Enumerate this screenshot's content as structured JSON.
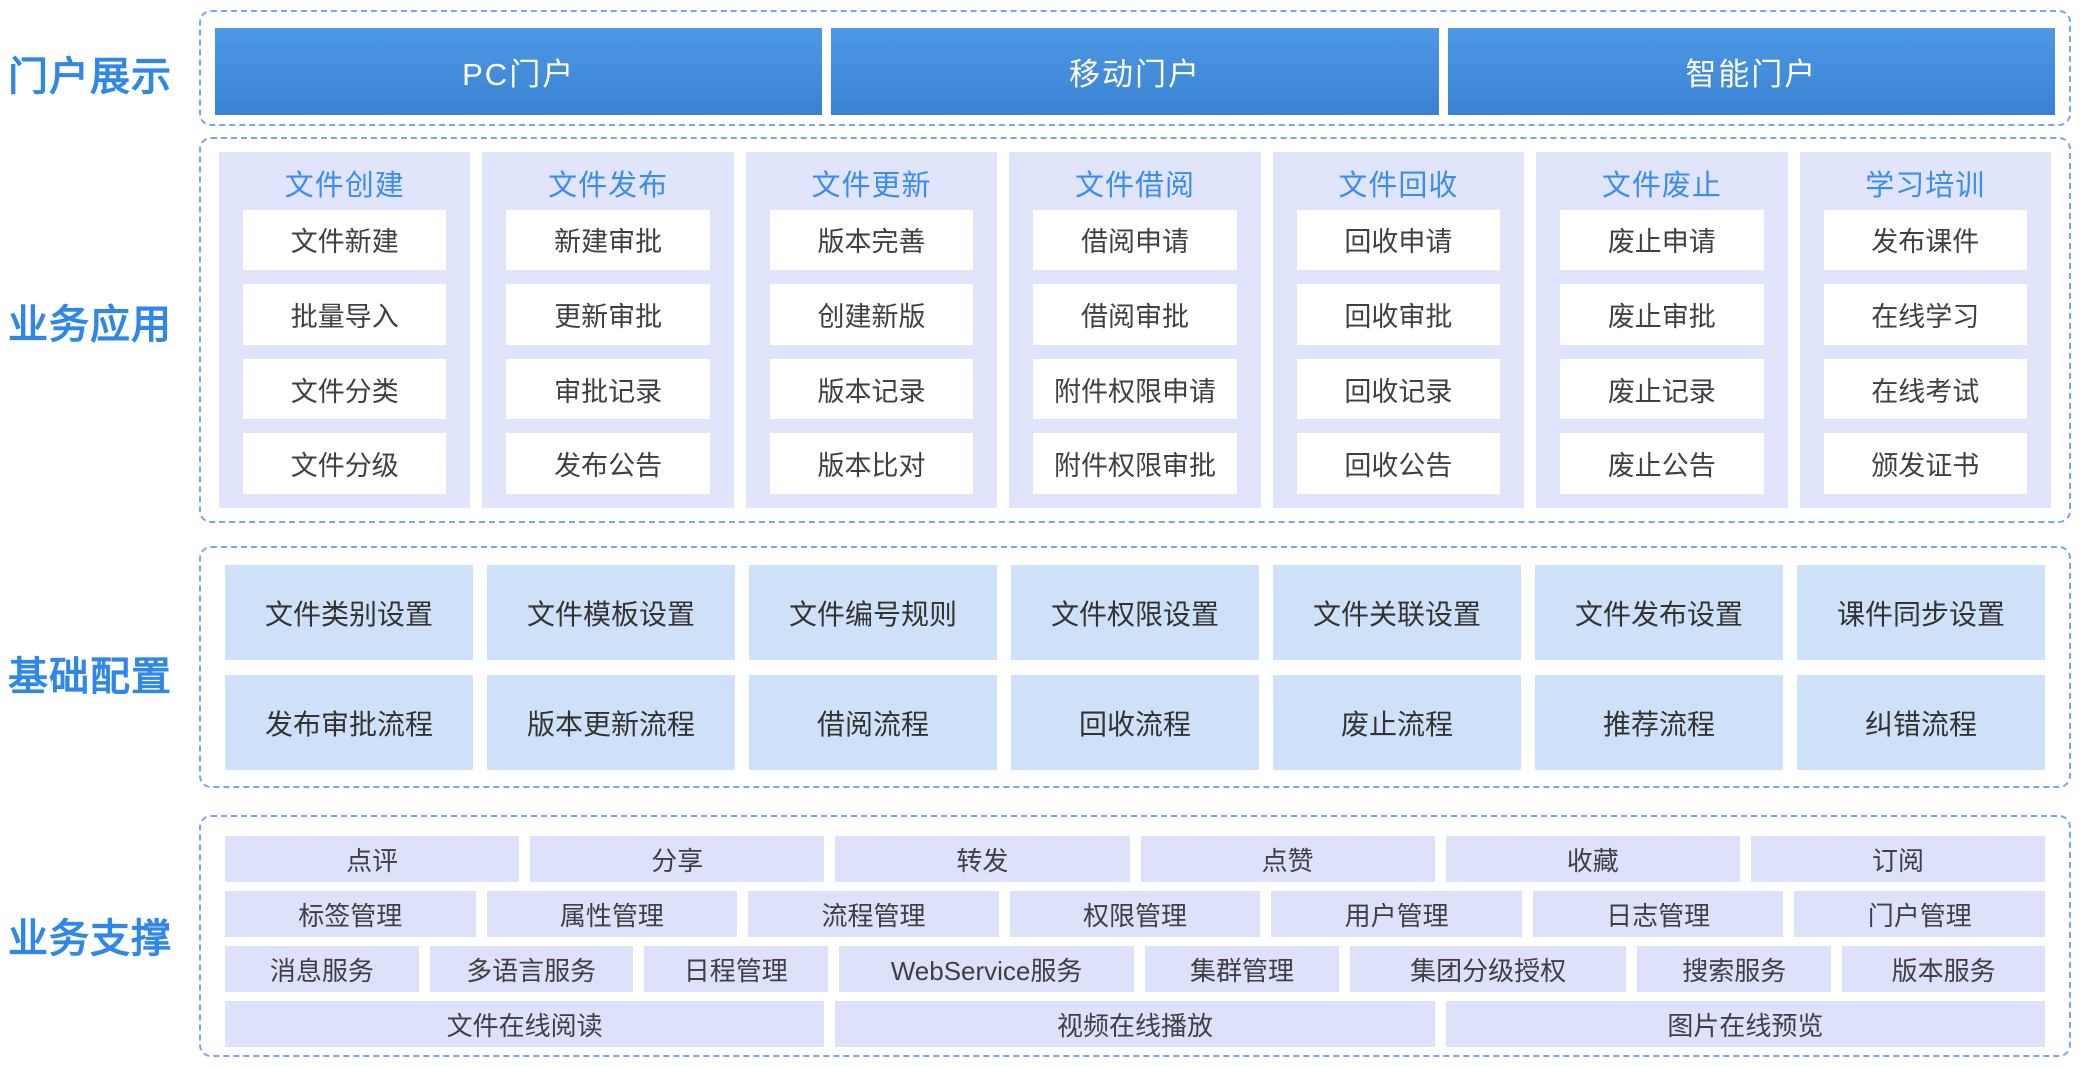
{
  "colors": {
    "accent_blue": "#2e87e9",
    "column_header_blue": "#3a8cf0",
    "bar_gradient_top": "#4e99e6",
    "bar_gradient_bottom": "#3a81d2",
    "app_column_bg": "#e1e5fb",
    "config_box_bg": "#cfe1f8",
    "support_box_bg": "#dee1fa",
    "dashed_border": "#7aa6e9",
    "item_text": "#3f3f46"
  },
  "sections": {
    "portal": {
      "label": "门户展示",
      "bars": [
        "PC门户",
        "移动门户",
        "智能门户"
      ]
    },
    "apps": {
      "label": "业务应用",
      "columns": [
        {
          "header": "文件创建",
          "items": [
            "文件新建",
            "批量导入",
            "文件分类",
            "文件分级"
          ]
        },
        {
          "header": "文件发布",
          "items": [
            "新建审批",
            "更新审批",
            "审批记录",
            "发布公告"
          ]
        },
        {
          "header": "文件更新",
          "items": [
            "版本完善",
            "创建新版",
            "版本记录",
            "版本比对"
          ]
        },
        {
          "header": "文件借阅",
          "items": [
            "借阅申请",
            "借阅审批",
            "附件权限申请",
            "附件权限审批"
          ]
        },
        {
          "header": "文件回收",
          "items": [
            "回收申请",
            "回收审批",
            "回收记录",
            "回收公告"
          ]
        },
        {
          "header": "文件废止",
          "items": [
            "废止申请",
            "废止审批",
            "废止记录",
            "废止公告"
          ]
        },
        {
          "header": "学习培训",
          "items": [
            "发布课件",
            "在线学习",
            "在线考试",
            "颁发证书"
          ]
        }
      ]
    },
    "config": {
      "label": "基础配置",
      "rows": [
        [
          "文件类别设置",
          "文件模板设置",
          "文件编号规则",
          "文件权限设置",
          "文件关联设置",
          "文件发布设置",
          "课件同步设置"
        ],
        [
          "发布审批流程",
          "版本更新流程",
          "借阅流程",
          "回收流程",
          "废止流程",
          "推荐流程",
          "纠错流程"
        ]
      ]
    },
    "support": {
      "label": "业务支撑",
      "rows": [
        {
          "items": [
            {
              "label": "点评",
              "flex": 1
            },
            {
              "label": "分享",
              "flex": 1
            },
            {
              "label": "转发",
              "flex": 1
            },
            {
              "label": "点赞",
              "flex": 1
            },
            {
              "label": "收藏",
              "flex": 1
            },
            {
              "label": "订阅",
              "flex": 1
            }
          ]
        },
        {
          "items": [
            {
              "label": "标签管理",
              "flex": 1
            },
            {
              "label": "属性管理",
              "flex": 1
            },
            {
              "label": "流程管理",
              "flex": 1
            },
            {
              "label": "权限管理",
              "flex": 1
            },
            {
              "label": "用户管理",
              "flex": 1
            },
            {
              "label": "日志管理",
              "flex": 1
            },
            {
              "label": "门户管理",
              "flex": 1
            }
          ]
        },
        {
          "items": [
            {
              "label": "消息服务",
              "flex": 1.05
            },
            {
              "label": "多语言服务",
              "flex": 1.1
            },
            {
              "label": "日程管理",
              "flex": 1
            },
            {
              "label": "WebService服务",
              "flex": 1.6
            },
            {
              "label": "集群管理",
              "flex": 1.05
            },
            {
              "label": "集团分级授权",
              "flex": 1.5
            },
            {
              "label": "搜索服务",
              "flex": 1.05
            },
            {
              "label": "版本服务",
              "flex": 1.1
            }
          ]
        },
        {
          "items": [
            {
              "label": "文件在线阅读",
              "flex": 1
            },
            {
              "label": "视频在线播放",
              "flex": 1
            },
            {
              "label": "图片在线预览",
              "flex": 1
            }
          ]
        }
      ]
    }
  }
}
